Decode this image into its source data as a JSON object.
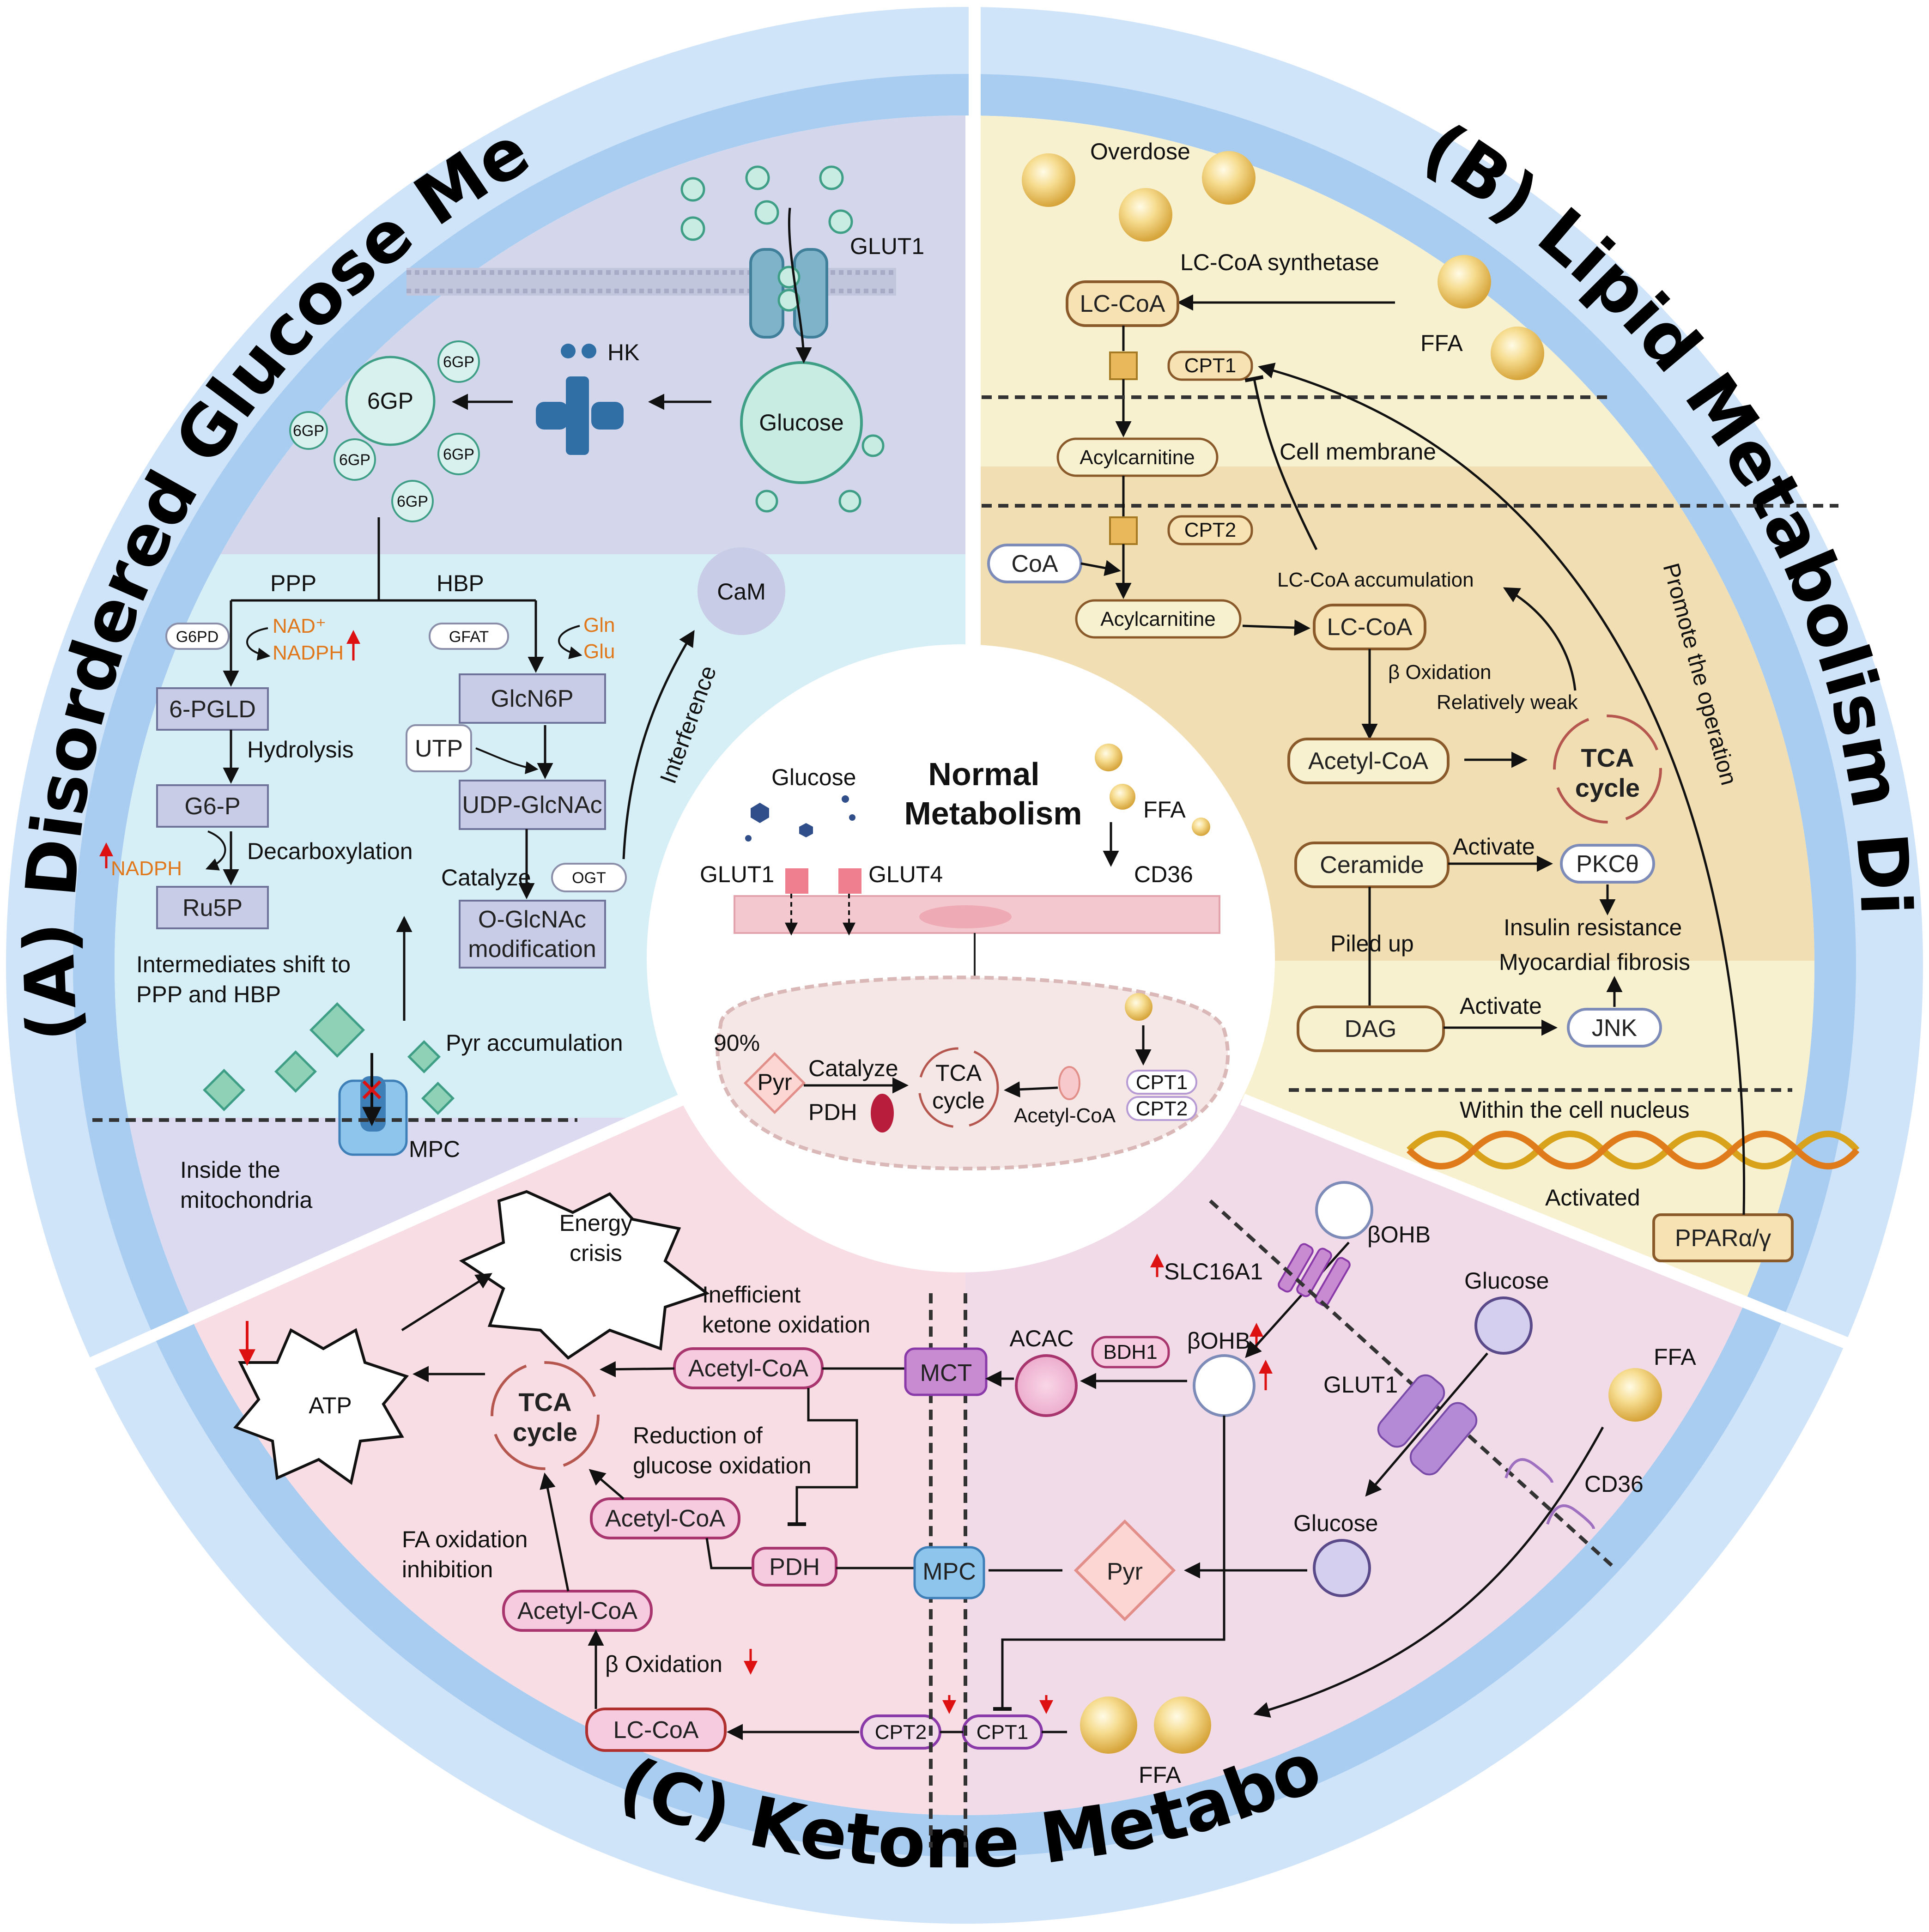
{
  "sections": {
    "a": {
      "title": "(A) Disordered Glucose Metabolism",
      "glut1": "GLUT1",
      "hk": "HK",
      "glucose": "Glucose",
      "g6p_big": "6GP",
      "g6p_small": "6GP",
      "ppp": "PPP",
      "hbp": "HBP",
      "cam": "CaM",
      "g6pd": "G6PD",
      "nad": "NAD⁺",
      "nadph": "NADPH",
      "gfat": "GFAT",
      "gln": "Gln",
      "glu": "Glu",
      "pgld": "6-PGLD",
      "hydrolysis": "Hydrolysis",
      "g6p": "G6-P",
      "decarbox": "Decarboxylation",
      "nadph2": "NADPH",
      "ru5p": "Ru5P",
      "glcn6p": "GlcN6P",
      "utp": "UTP",
      "udp": "UDP-GlcNAc",
      "catalyze": "Catalyze",
      "ogt": "OGT",
      "oglc1": "O-GlcNAc",
      "oglc2": "modification",
      "interference": "Interference",
      "shift1": "Intermediates shift to",
      "shift2": "PPP and HBP",
      "pyr_acc": "Pyr accumulation",
      "mpc": "MPC",
      "inside1": "Inside the",
      "inside2": "mitochondria"
    },
    "b": {
      "title": "(B) Lipid Metabolism Disorder",
      "overdose": "Overdose",
      "lccoa_syn": "LC-CoA synthetase",
      "lccoa": "LC-CoA",
      "ffa": "FFA",
      "cpt1": "CPT1",
      "acylcarn": "Acylcarnitine",
      "cell_membrane": "Cell membrane",
      "cpt2": "CPT2",
      "coa": "CoA",
      "lccoa_acc": "LC-CoA accumulation",
      "promote": "Promote the operation",
      "acylcarn2": "Acylcarnitine",
      "lccoa2": "LC-CoA",
      "beta_ox": "β Oxidation",
      "rel_weak": "Relatively weak",
      "acetyl": "Acetyl-CoA",
      "tca1": "TCA",
      "tca2": "cycle",
      "ceramide": "Ceramide",
      "activate": "Activate",
      "pkc": "PKCθ",
      "insulin": "Insulin resistance",
      "piled": "Piled up",
      "fibrosis": "Myocardial fibrosis",
      "dag": "DAG",
      "activate2": "Activate",
      "jnk": "JNK",
      "nucleus": "Within the cell nucleus",
      "activated": "Activated",
      "ppar": "PPARα/γ"
    },
    "c": {
      "title": "(C) Ketone Metabolism",
      "energy1": "Energy",
      "energy2": "crisis",
      "atp": "ATP",
      "ineff1": "Inefficient",
      "ineff2": "ketone oxidation",
      "acetyl1": "Acetyl-CoA",
      "tca1": "TCA",
      "tca2": "cycle",
      "red_glu1": "Reduction of",
      "red_glu2": "glucose oxidation",
      "acetyl2": "Acetyl-CoA",
      "fa_ox1": "FA oxidation",
      "fa_ox2": "inhibition",
      "acetyl3": "Acetyl-CoA",
      "pdh": "PDH",
      "mct": "MCT",
      "acac": "ACAC",
      "bdh1": "BDH1",
      "bohb": "βOHB",
      "bohb2": "βOHB",
      "slc": "SLC16A1",
      "glut1": "GLUT1",
      "glucose1": "Glucose",
      "glucose2": "Glucose",
      "ffa": "FFA",
      "cd36": "CD36",
      "mpc": "MPC",
      "pyr": "Pyr",
      "beta_ox": "β Oxidation",
      "lccoa": "LC-CoA",
      "cpt2": "CPT2",
      "cpt1": "CPT1",
      "ffa2": "FFA"
    },
    "center": {
      "title1": "Normal",
      "title2": "Metabolism",
      "glucose": "Glucose",
      "ffa": "FFA",
      "glut1": "GLUT1",
      "glut4": "GLUT4",
      "cd36": "CD36",
      "pct": "90%",
      "pyr": "Pyr",
      "catalyze": "Catalyze",
      "pdh": "PDH",
      "tca1": "TCA",
      "tca2": "cycle",
      "acetyl": "Acetyl-CoA",
      "cpt1": "CPT1",
      "cpt2": "CPT2"
    }
  },
  "colors": {
    "ring": "#cfe4f9",
    "ring_mid": "#a9cdf1",
    "a_top": "#d4d7ec",
    "a_mid": "#d6eef5",
    "a_bot": "#dcdaf0",
    "b_top": "#f7f1cf",
    "b_mid": "#f1dfb3",
    "c_left": "#f8dde4",
    "c_right": "#f1dbe8",
    "box_a": "#c9cce6",
    "box_b": "#f6e2b3",
    "box_c": "#f6cbe0",
    "arrow_up": "#d11"
  }
}
